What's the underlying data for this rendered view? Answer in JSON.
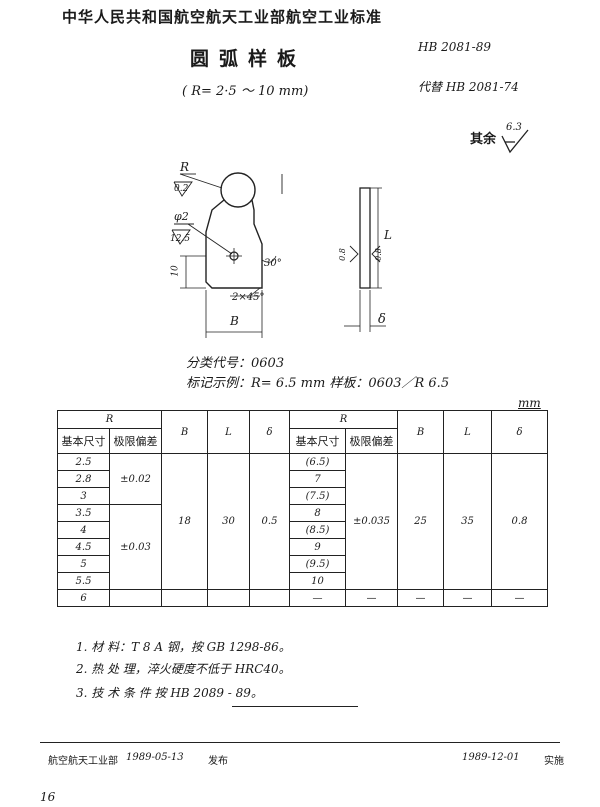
{
  "header": {
    "title": "中华人民共和国航空航天工业部航空工业标准",
    "std_no": "HB 2081-89",
    "replaces": "代替 HB 2081-74"
  },
  "doc": {
    "title": "圆弧样板",
    "subtitle": "( R= 2·5 ～ 10 mm)"
  },
  "roughness": {
    "label": "其余",
    "value": "6.3"
  },
  "drawing": {
    "r_label": "R",
    "r_rough": "0.2",
    "phi_label": "φ2",
    "phi_rough": "12.5",
    "height_10": "10",
    "angle_30": "30°",
    "chamfer": "2×45°",
    "b_label": "B",
    "l_label": "L",
    "side_08_left": "0.8",
    "side_08_right": "0.8",
    "delta_label": "δ"
  },
  "class_code": "分类代号：0603",
  "marking_example": "标记示例：R= 6.5 mm 样板：0603／R 6.5",
  "unit": "mm",
  "table": {
    "col_R": "R",
    "col_basic": "基本尺寸",
    "col_tol": "极限偏差",
    "col_B": "B",
    "col_L": "L",
    "col_delta": "δ",
    "left": {
      "sizes": [
        "2.5",
        "2.8",
        "3",
        "3.5",
        "4",
        "4.5",
        "5",
        "5.5",
        "6"
      ],
      "tol_a": "±0.02",
      "tol_b": "±0.03",
      "B": "18",
      "L": "30",
      "delta": "0.5"
    },
    "right": {
      "sizes": [
        "(6.5)",
        "7",
        "(7.5)",
        "8",
        "(8.5)",
        "9",
        "(9.5)",
        "10",
        "—"
      ],
      "tol": "±0.035",
      "B": "25",
      "L": "35",
      "delta": "0.8",
      "dash": "—"
    }
  },
  "notes": [
    "1. 材    料：T 8 A 钢，按 GB 1298-86。",
    "2. 热 处 理，淬火硬度不低于 HRC40。",
    "3. 技 术 条 件 按 HB 2089 - 89。"
  ],
  "footer": {
    "issue_org": "航空航天工业部",
    "issue_date": "1989-05-13",
    "issue_label": "发布",
    "impl_date": "1989-12-01",
    "impl_label": "实施",
    "page_no": "16"
  }
}
